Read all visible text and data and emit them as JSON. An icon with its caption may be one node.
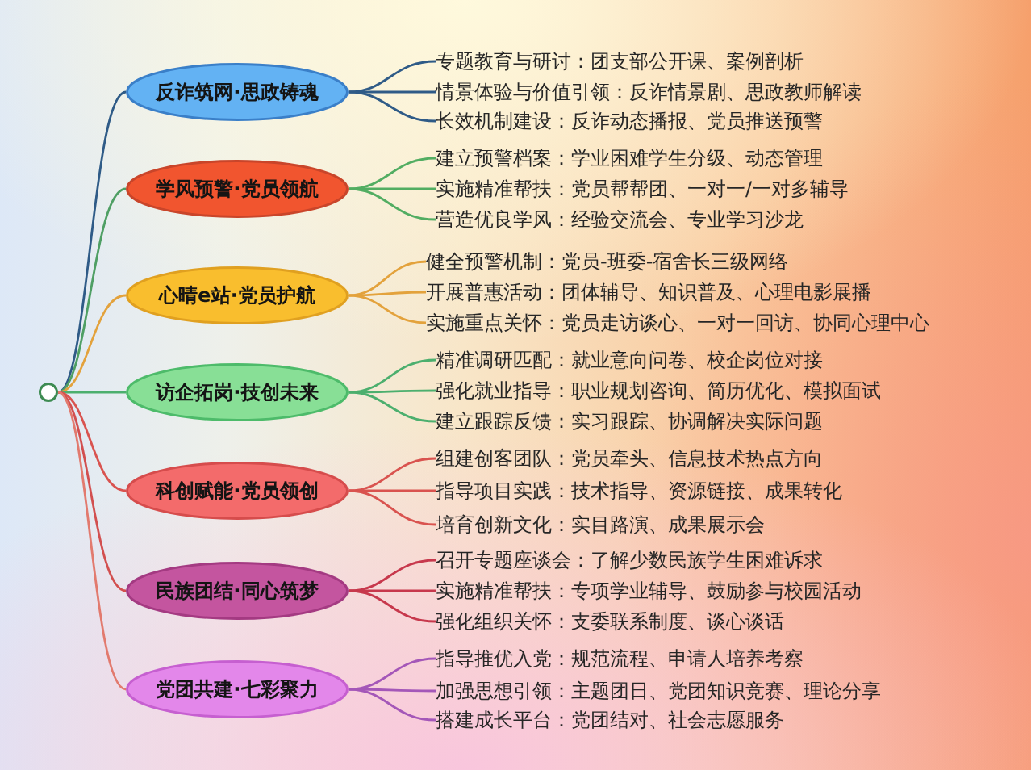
{
  "diagram": {
    "nodes": [
      {
        "text": [],
        "shape": "circle"
      },
      {
        "text": [
          "反诈筑网·思政铸魂"
        ]
      },
      {
        "text": [
          "专题教育与研讨：团支部公开课、案例剖析"
        ]
      },
      {
        "text": [
          "情景体验与价值引领：反诈情景剧、思政教师解读"
        ]
      },
      {
        "text": [
          "长效机制建设：反诈动态播报、党员推送预警"
        ]
      },
      {
        "text": [
          "学风预警·党员领航"
        ]
      },
      {
        "text": [
          "建立预警档案：学业困难学生分级、动态管理"
        ]
      },
      {
        "text": [
          "实施精准帮扶：党员帮帮团、一对一/一对多辅导"
        ]
      },
      {
        "text": [
          "营造优良学风：经验交流会、专业学习沙龙"
        ]
      },
      {
        "text": [
          "心晴e站·党员护航"
        ]
      },
      {
        "text": [
          "健全预警机制：党员-班委-宿舍长三级网络"
        ]
      },
      {
        "text": [
          "开展普惠活动：团体辅导、知识普及、心理电影展播"
        ]
      },
      {
        "text": [
          "实施重点关怀：党员走访谈心、一对一回访、协同心理中心"
        ]
      },
      {
        "text": [
          "访企拓岗·技创未来"
        ]
      },
      {
        "text": [
          "精准调研匹配：就业意向问卷、校企岗位对接"
        ]
      },
      {
        "text": [
          "强化就业指导：职业规划咨询、简历优化、模拟面试"
        ]
      },
      {
        "text": [
          "建立跟踪反馈：实习跟踪、协调解决实际问题"
        ]
      },
      {
        "text": [
          "科创赋能·党员领创"
        ]
      },
      {
        "text": [
          "组建创客团队：党员牵头、信息技术热点方向"
        ]
      },
      {
        "text": [
          "指导项目实践：技术指导、资源链接、成果转化"
        ]
      },
      {
        "text": [
          "培育创新文化：实目路演、成果展示会"
        ]
      },
      {
        "text": [
          "民族团结·同心筑梦"
        ]
      },
      {
        "text": [
          "召开专题座谈会：了解少数民族学生困难诉求"
        ]
      },
      {
        "text": [
          "实施精准帮扶：专项学业辅导、鼓励参与校园活动"
        ]
      },
      {
        "text": [
          "强化组织关怀：支委联系制度、谈心谈话"
        ]
      },
      {
        "text": [
          "党团共建·七彩聚力"
        ]
      },
      {
        "text": [
          "指导推优入党：规范流程、申请人培养考察"
        ]
      },
      {
        "text": [
          "加强思想引领：主题团日、党团知识竞赛、理论分享"
        ]
      },
      {
        "text": [
          "搭建成长平台：党团结对、社会志愿服务"
        ]
      }
    ],
    "edges": [
      {
        "from": 0,
        "to": 1,
        "arrow": "none",
        "color": "#2f5b87"
      },
      {
        "from": 1,
        "to": 2,
        "arrow": "none",
        "color": "#2f5b87"
      },
      {
        "from": 1,
        "to": 3,
        "arrow": "none",
        "color": "#2f5b87"
      },
      {
        "from": 1,
        "to": 4,
        "arrow": "none",
        "color": "#2f5b87"
      },
      {
        "from": 0,
        "to": 5,
        "arrow": "none",
        "color": "#4f9f64"
      },
      {
        "from": 5,
        "to": 6,
        "arrow": "none",
        "color": "#52ad62"
      },
      {
        "from": 5,
        "to": 7,
        "arrow": "none",
        "color": "#52ad62"
      },
      {
        "from": 5,
        "to": 8,
        "arrow": "none",
        "color": "#52ad62"
      },
      {
        "from": 0,
        "to": 9,
        "arrow": "none",
        "color": "#e3a23c"
      },
      {
        "from": 9,
        "to": 10,
        "arrow": "none",
        "color": "#e3a23c"
      },
      {
        "from": 9,
        "to": 11,
        "arrow": "none",
        "color": "#e3a23c"
      },
      {
        "from": 9,
        "to": 12,
        "arrow": "none",
        "color": "#e3a23c"
      },
      {
        "from": 0,
        "to": 13,
        "arrow": "none",
        "color": "#4caf6e"
      },
      {
        "from": 13,
        "to": 14,
        "arrow": "none",
        "color": "#4caf6e"
      },
      {
        "from": 13,
        "to": 15,
        "arrow": "none",
        "color": "#4caf6e"
      },
      {
        "from": 13,
        "to": 16,
        "arrow": "none",
        "color": "#4caf6e"
      },
      {
        "from": 0,
        "to": 17,
        "arrow": "none",
        "color": "#d9534f"
      },
      {
        "from": 17,
        "to": 18,
        "arrow": "none",
        "color": "#d9534f"
      },
      {
        "from": 17,
        "to": 19,
        "arrow": "none",
        "color": "#d9534f"
      },
      {
        "from": 17,
        "to": 20,
        "arrow": "none",
        "color": "#d9534f"
      },
      {
        "from": 0,
        "to": 21,
        "arrow": "none",
        "color": "#d24f4f"
      },
      {
        "from": 21,
        "to": 22,
        "arrow": "none",
        "color": "#c7384c"
      },
      {
        "from": 21,
        "to": 23,
        "arrow": "none",
        "color": "#c7384c"
      },
      {
        "from": 21,
        "to": 24,
        "arrow": "none",
        "color": "#c7384c"
      },
      {
        "from": 0,
        "to": 25,
        "arrow": "none",
        "color": "#e27a6e"
      },
      {
        "from": 25,
        "to": 26,
        "arrow": "none",
        "color": "#a457b8"
      },
      {
        "from": 25,
        "to": 27,
        "arrow": "none",
        "color": "#a457b8"
      },
      {
        "from": 25,
        "to": 28,
        "arrow": "none",
        "color": "#a457b8"
      }
    ]
  }
}
